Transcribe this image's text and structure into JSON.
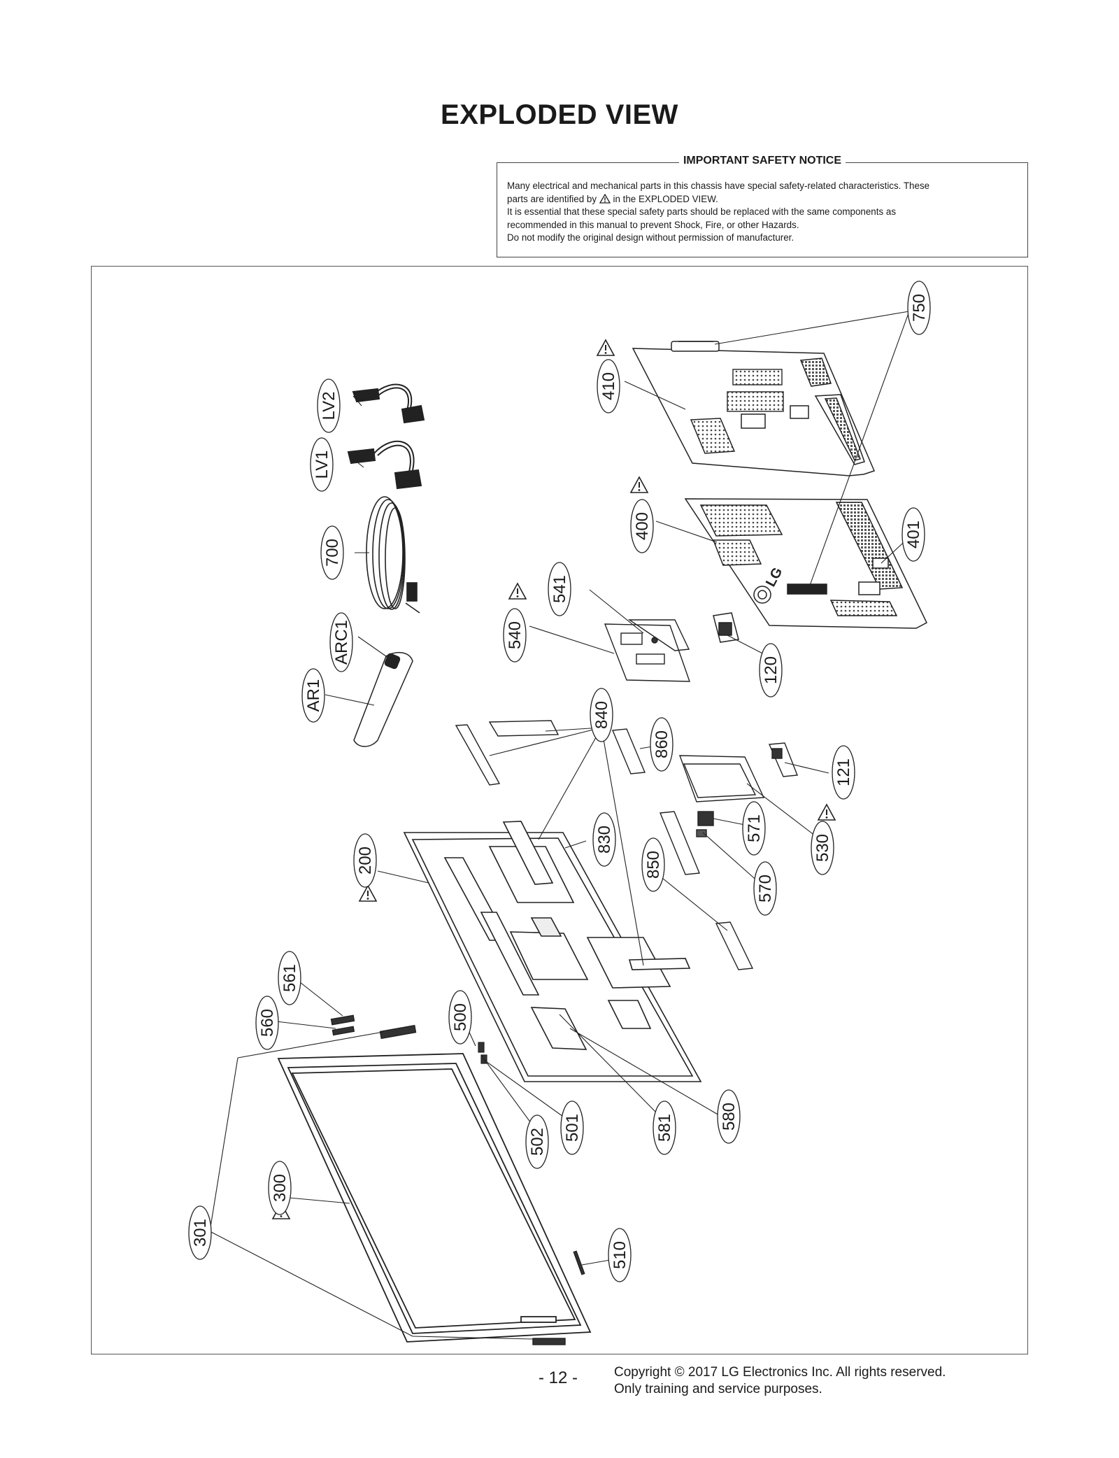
{
  "page": {
    "title": "EXPLODED VIEW",
    "page_number": "- 12 -",
    "copyright_line1": "Copyright © 2017 LG Electronics Inc. All rights reserved.",
    "copyright_line2": "Only training and service purposes."
  },
  "notice": {
    "title": "IMPORTANT SAFETY NOTICE",
    "line1": "Many electrical and mechanical parts in this chassis have special safety-related characteristics. These",
    "line2_pre": "parts are identified by",
    "line2_post": "in the EXPLODED VIEW.",
    "line3": "It is essential that these special safety parts should be replaced with the same components as",
    "line4": "recommended in this manual to prevent Shock, Fire, or other Hazards.",
    "line5": "Do not modify the original design without permission of manufacturer."
  },
  "parts": {
    "p750": "750",
    "p410": "410",
    "p400": "400",
    "p401": "401",
    "p541": "541",
    "p540": "540",
    "p120": "120",
    "pLV2": "LV2",
    "pLV1": "LV1",
    "p700": "700",
    "pARC1": "ARC1",
    "pAR1": "AR1",
    "p840": "840",
    "p860": "860",
    "p121": "121",
    "p530": "530",
    "p571": "571",
    "p570": "570",
    "p830": "830",
    "p850": "850",
    "p200": "200",
    "p561": "561",
    "p560": "560",
    "p500": "500",
    "p501": "501",
    "p502": "502",
    "p581": "581",
    "p580": "580",
    "p300": "300",
    "p301": "301",
    "p510": "510"
  },
  "logo_text": "LG"
}
